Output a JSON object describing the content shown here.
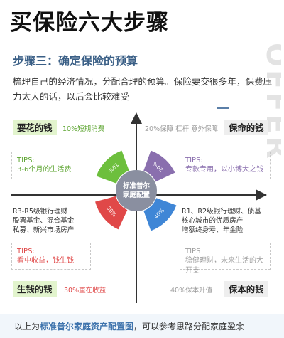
{
  "title": "买保险六大步骤",
  "step_title": "步骤三：确定保险的预算",
  "intro": "梳理自己的经济情况，分配合理的预算。保险要交很多年，保费压力太大的话，以后会比较难受",
  "watermark": "OFFER",
  "center_label": [
    "标准普尔",
    "家庭配置"
  ],
  "quadrants": {
    "top_left": {
      "label": "要花的钱",
      "percent_note": "10%短期消费",
      "slice_value": "10%",
      "tips_title": "TIPS:",
      "tips_text": "3-6个月的生活费",
      "color": "#6dbf3d"
    },
    "top_right": {
      "label": "保命的钱",
      "percent_note": "20%保障  杠杆  意外保障",
      "slice_value": "20%",
      "tips_title": "TIPS:",
      "tips_text": "专款专用，以小博大之钱",
      "color": "#8a6fae"
    },
    "bottom_left": {
      "label": "生钱的钱",
      "percent_note": "30%重在收益",
      "slice_value": "30%",
      "desc": [
        "R3-R5级银行理财",
        "股票基金、混合基金",
        "私募、新兴市场房产"
      ],
      "tips_title": "TIPS:",
      "tips_text": "看中收益，钱生钱",
      "color": "#e04848"
    },
    "bottom_right": {
      "label": "保本的钱",
      "percent_note": "40%保本升值",
      "slice_value": "40%",
      "desc": [
        "R1、R2级银行理财、债基",
        "核心城市的优质房产",
        "增额终身寿、年金险"
      ],
      "tips_title": "TIPS",
      "tips_text": "稳健理财，未来生活的大开支",
      "color": "#3f86d6"
    }
  },
  "footer": {
    "prefix": "以上为",
    "highlight": "标准普尔家庭资产配置图",
    "suffix": "，可以参考思路分配家庭盈余"
  }
}
